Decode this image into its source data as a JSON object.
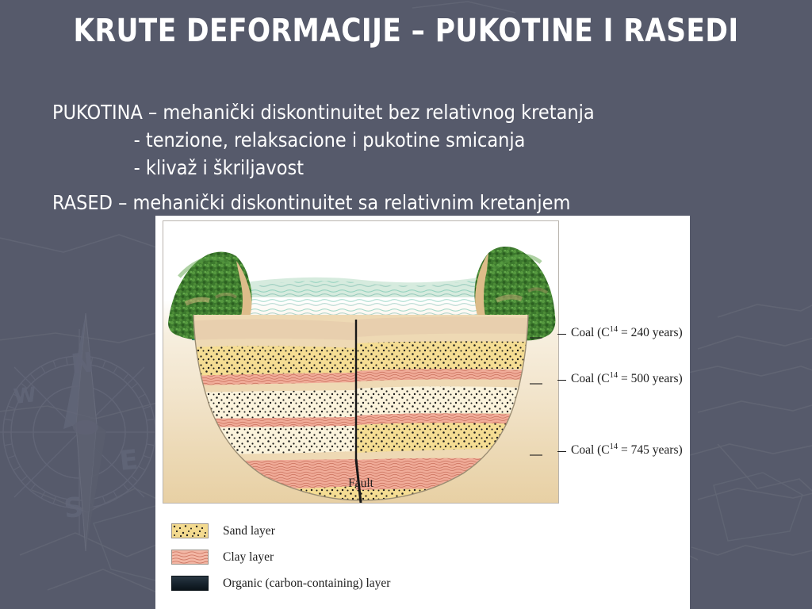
{
  "slide": {
    "title": "KRUTE DEFORMACIJE – PUKOTINE I RASEDI",
    "background_color": "#565a6b",
    "text_color": "#ffffff"
  },
  "body": {
    "lines": [
      {
        "text": "PUKOTINA – mehanički diskontinuitet bez relativnog kretanja",
        "indent": false
      },
      {
        "text": "- tenzione, relaksacione i pukotine smicanja",
        "indent": true
      },
      {
        "text": "- klivaž i škriljavost",
        "indent": true
      },
      {
        "text": "RASED – mehanički diskontinuitet sa relativnim kretanjem",
        "indent": false
      }
    ],
    "line_1": "PUKOTINA – mehanički diskontinuitet bez relativnog kretanja",
    "line_2": "- tenzione, relaksacione i pukotine smicanja",
    "line_3": "- klivaž i škriljavost",
    "line_4": "RASED – mehanički diskontinuitet sa relativnim kretanjem"
  },
  "figure": {
    "fault_label": "Fault",
    "annotations": [
      {
        "prefix": "Coal (C",
        "exponent": "14",
        "suffix": " = 240 years)"
      },
      {
        "prefix": "Coal (C",
        "exponent": "14",
        "suffix": " = 500 years)"
      },
      {
        "prefix": "Coal (C",
        "exponent": "14",
        "suffix": " = 745 years)"
      }
    ],
    "coal_1": {
      "prefix": "Coal (C",
      "exponent": "14",
      "suffix": " = 240 years)",
      "age_years": 240
    },
    "coal_2": {
      "prefix": "Coal (C",
      "exponent": "14",
      "suffix": " = 500 years)",
      "age_years": 500
    },
    "coal_3": {
      "prefix": "Coal (C",
      "exponent": "14",
      "suffix": " = 745 years)",
      "age_years": 745
    },
    "legend": {
      "sand": "Sand layer",
      "clay": "Clay layer",
      "organic": "Organic (carbon-containing) layer"
    },
    "colors": {
      "water": "#46a894",
      "vegetation": "#3f7a31",
      "sand": "#f3da8f",
      "clay": "#f3b7a5",
      "organic": "#101c24",
      "soil": "#e5c398",
      "panel": "#ffffff"
    }
  }
}
